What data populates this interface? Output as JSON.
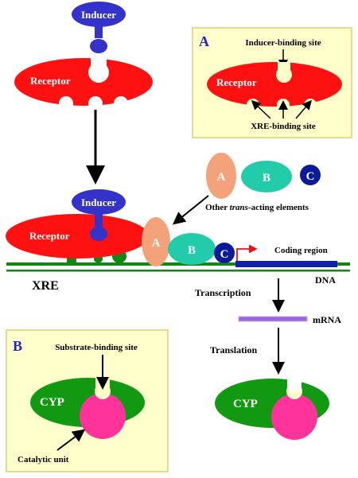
{
  "labels": {
    "inducer_top": "Inducer",
    "receptor_top": "Receptor",
    "inducer_mid": "Inducer",
    "receptor_mid": "Receptor",
    "xre": "XRE",
    "dna": "DNA",
    "coding_region": "Coding region",
    "other_elements_pre": "Other ",
    "other_elements_em": "trans",
    "other_elements_post": "-acting elements",
    "transcription": "Transcription",
    "mrna": "mRNA",
    "translation": "Translation",
    "cyp_product": "CYP"
  },
  "factors": {
    "a": "A",
    "b": "B",
    "c": "C"
  },
  "panel_a": {
    "letter": "A",
    "inducer_binding_site": "Inducer-binding site",
    "receptor": "Receptor",
    "xre_binding_site": "XRE-binding site"
  },
  "panel_b": {
    "letter": "B",
    "substrate_binding_site": "Substrate-binding site",
    "cyp": "CYP",
    "catalytic_unit": "Catalytic unit"
  },
  "colors": {
    "inducer": "#3333cc",
    "receptor": "#ff1111",
    "dna": "#118811",
    "factor_a": "#f4a27a",
    "factor_b": "#22ccaa",
    "factor_c": "#0a1a99",
    "cyp": "#119911",
    "catalytic_unit": "#ff3399",
    "panel_bg": "#ffffcc",
    "panel_border": "#ddcc77",
    "panel_letter": "#2222cc",
    "mrna": "#9966dd",
    "coding_region": "#1122aa",
    "tss_arrow": "#ee1111"
  },
  "icons": {
    "tss": "transcription-start-arrow-icon"
  }
}
